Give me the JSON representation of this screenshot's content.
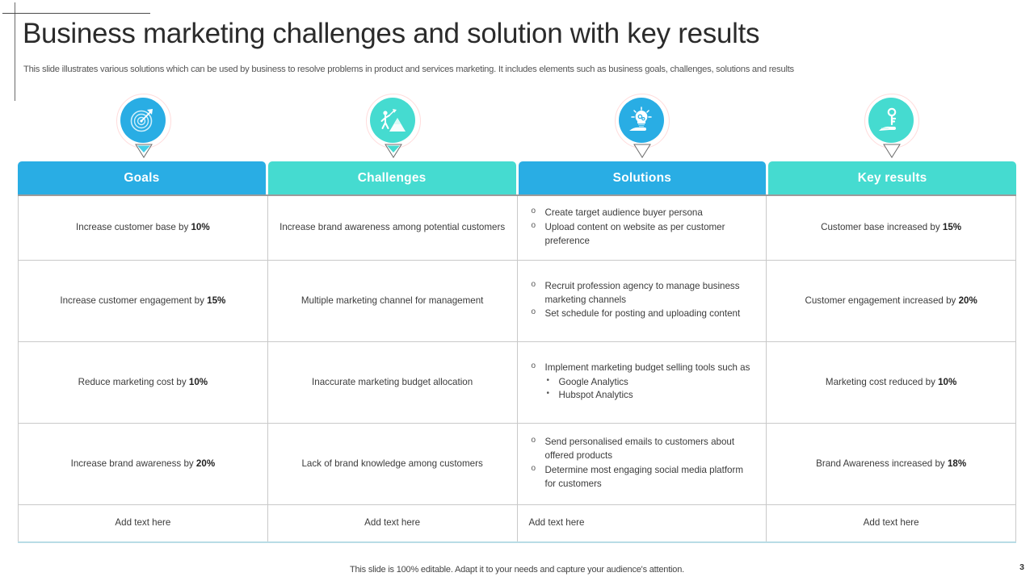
{
  "slide": {
    "title": "Business marketing challenges and solution with key results",
    "subtitle": "This slide illustrates various solutions which can be used by business to resolve problems in product and services marketing. It includes elements such as business goals, challenges, solutions and results",
    "footer_note": "This slide is 100% editable. Adapt it to your needs and capture your audience's attention.",
    "page_number": "3"
  },
  "colors": {
    "blue": "#29ade4",
    "teal": "#45dbd0",
    "header_text": "#ffffff",
    "body_text": "#3b3b3b",
    "grid_line": "#c9c9c9",
    "bottom_rule": "#b8dce6"
  },
  "icons": [
    {
      "name": "target-arrow-icon",
      "color": "#29ade4"
    },
    {
      "name": "mountain-climber-icon",
      "color": "#45dbd0"
    },
    {
      "name": "hand-lightbulb-idea-icon",
      "color": "#29ade4"
    },
    {
      "name": "hand-key-icon",
      "color": "#45dbd0"
    }
  ],
  "table": {
    "headers": [
      {
        "label": "Goals",
        "color": "#29ade4"
      },
      {
        "label": "Challenges",
        "color": "#45dbd0"
      },
      {
        "label": "Solutions",
        "color": "#29ade4"
      },
      {
        "label": "Key results",
        "color": "#45dbd0"
      }
    ],
    "rows": [
      {
        "goal_prefix": "Increase customer base by ",
        "goal_value": "10%",
        "challenge": "Increase brand awareness among potential customers",
        "solutions": [
          {
            "text": "Create target audience buyer persona",
            "sub": []
          },
          {
            "text": "Upload content on website as per customer preference",
            "sub": []
          }
        ],
        "result_prefix": "Customer base increased by ",
        "result_value": "15%"
      },
      {
        "goal_prefix": "Increase customer engagement by ",
        "goal_value": "15%",
        "challenge": "Multiple marketing channel for management",
        "solutions": [
          {
            "text": "Recruit profession agency to manage business marketing channels",
            "sub": []
          },
          {
            "text": "Set schedule for posting and uploading content",
            "sub": []
          }
        ],
        "result_prefix": "Customer engagement increased by ",
        "result_value": "20%"
      },
      {
        "goal_prefix": "Reduce marketing cost by ",
        "goal_value": "10%",
        "challenge": "Inaccurate marketing budget allocation",
        "solutions": [
          {
            "text": "Implement marketing budget selling tools such as",
            "sub": [
              "Google Analytics",
              "Hubspot Analytics"
            ]
          }
        ],
        "result_prefix": "Marketing cost reduced by ",
        "result_value": "10%"
      },
      {
        "goal_prefix": "Increase brand awareness by ",
        "goal_value": "20%",
        "challenge": "Lack of brand knowledge among customers",
        "solutions": [
          {
            "text": "Send personalised emails to customers about offered products",
            "sub": []
          },
          {
            "text": "Determine most engaging social media platform for customers",
            "sub": []
          }
        ],
        "result_prefix": "Brand Awareness increased by ",
        "result_value": "18%"
      }
    ],
    "placeholder_row": {
      "goals": "Add text here",
      "challenges": "Add text here",
      "solutions": "Add text here",
      "key_results": "Add text here"
    }
  }
}
